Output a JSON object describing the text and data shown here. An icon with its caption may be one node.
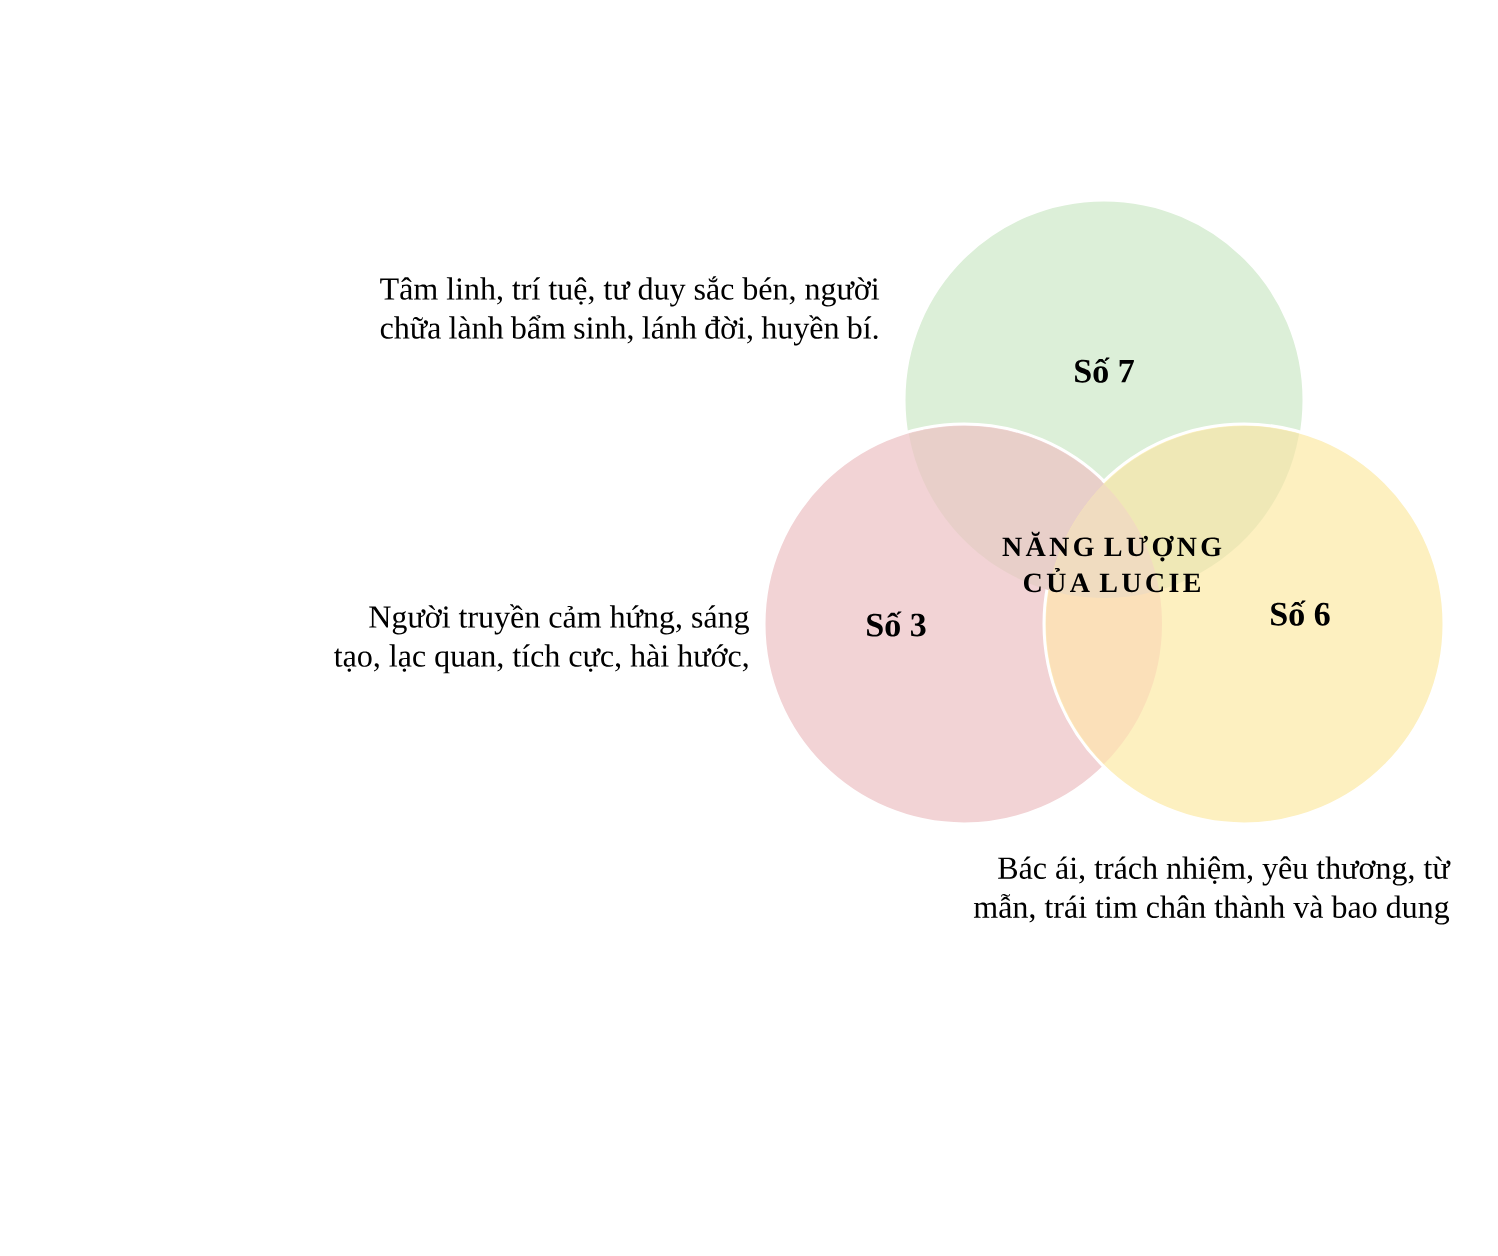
{
  "diagram": {
    "nodes": [
      {
        "text": [
          "Số 7"
        ],
        "beside": [
          "Tâm linh, trí tuệ, tư duy sắc bén, người chữa lành bẩm sinh, lánh đời, huyền bí."
        ]
      },
      {
        "text": [
          "Số 3"
        ],
        "beside": [
          "Người truyền cảm hứng, sáng tạo, lạc quan, tích cực, hài hước,"
        ]
      },
      {
        "text": [
          "Số 6"
        ],
        "beside": [
          "Bác ái, trách nhiệm, yêu thương, từ mẫn, trái tim chân thành và bao dung"
        ]
      }
    ],
    "labels": [
      "NĂNG LƯỢNG CỦA LUCIE"
    ]
  }
}
